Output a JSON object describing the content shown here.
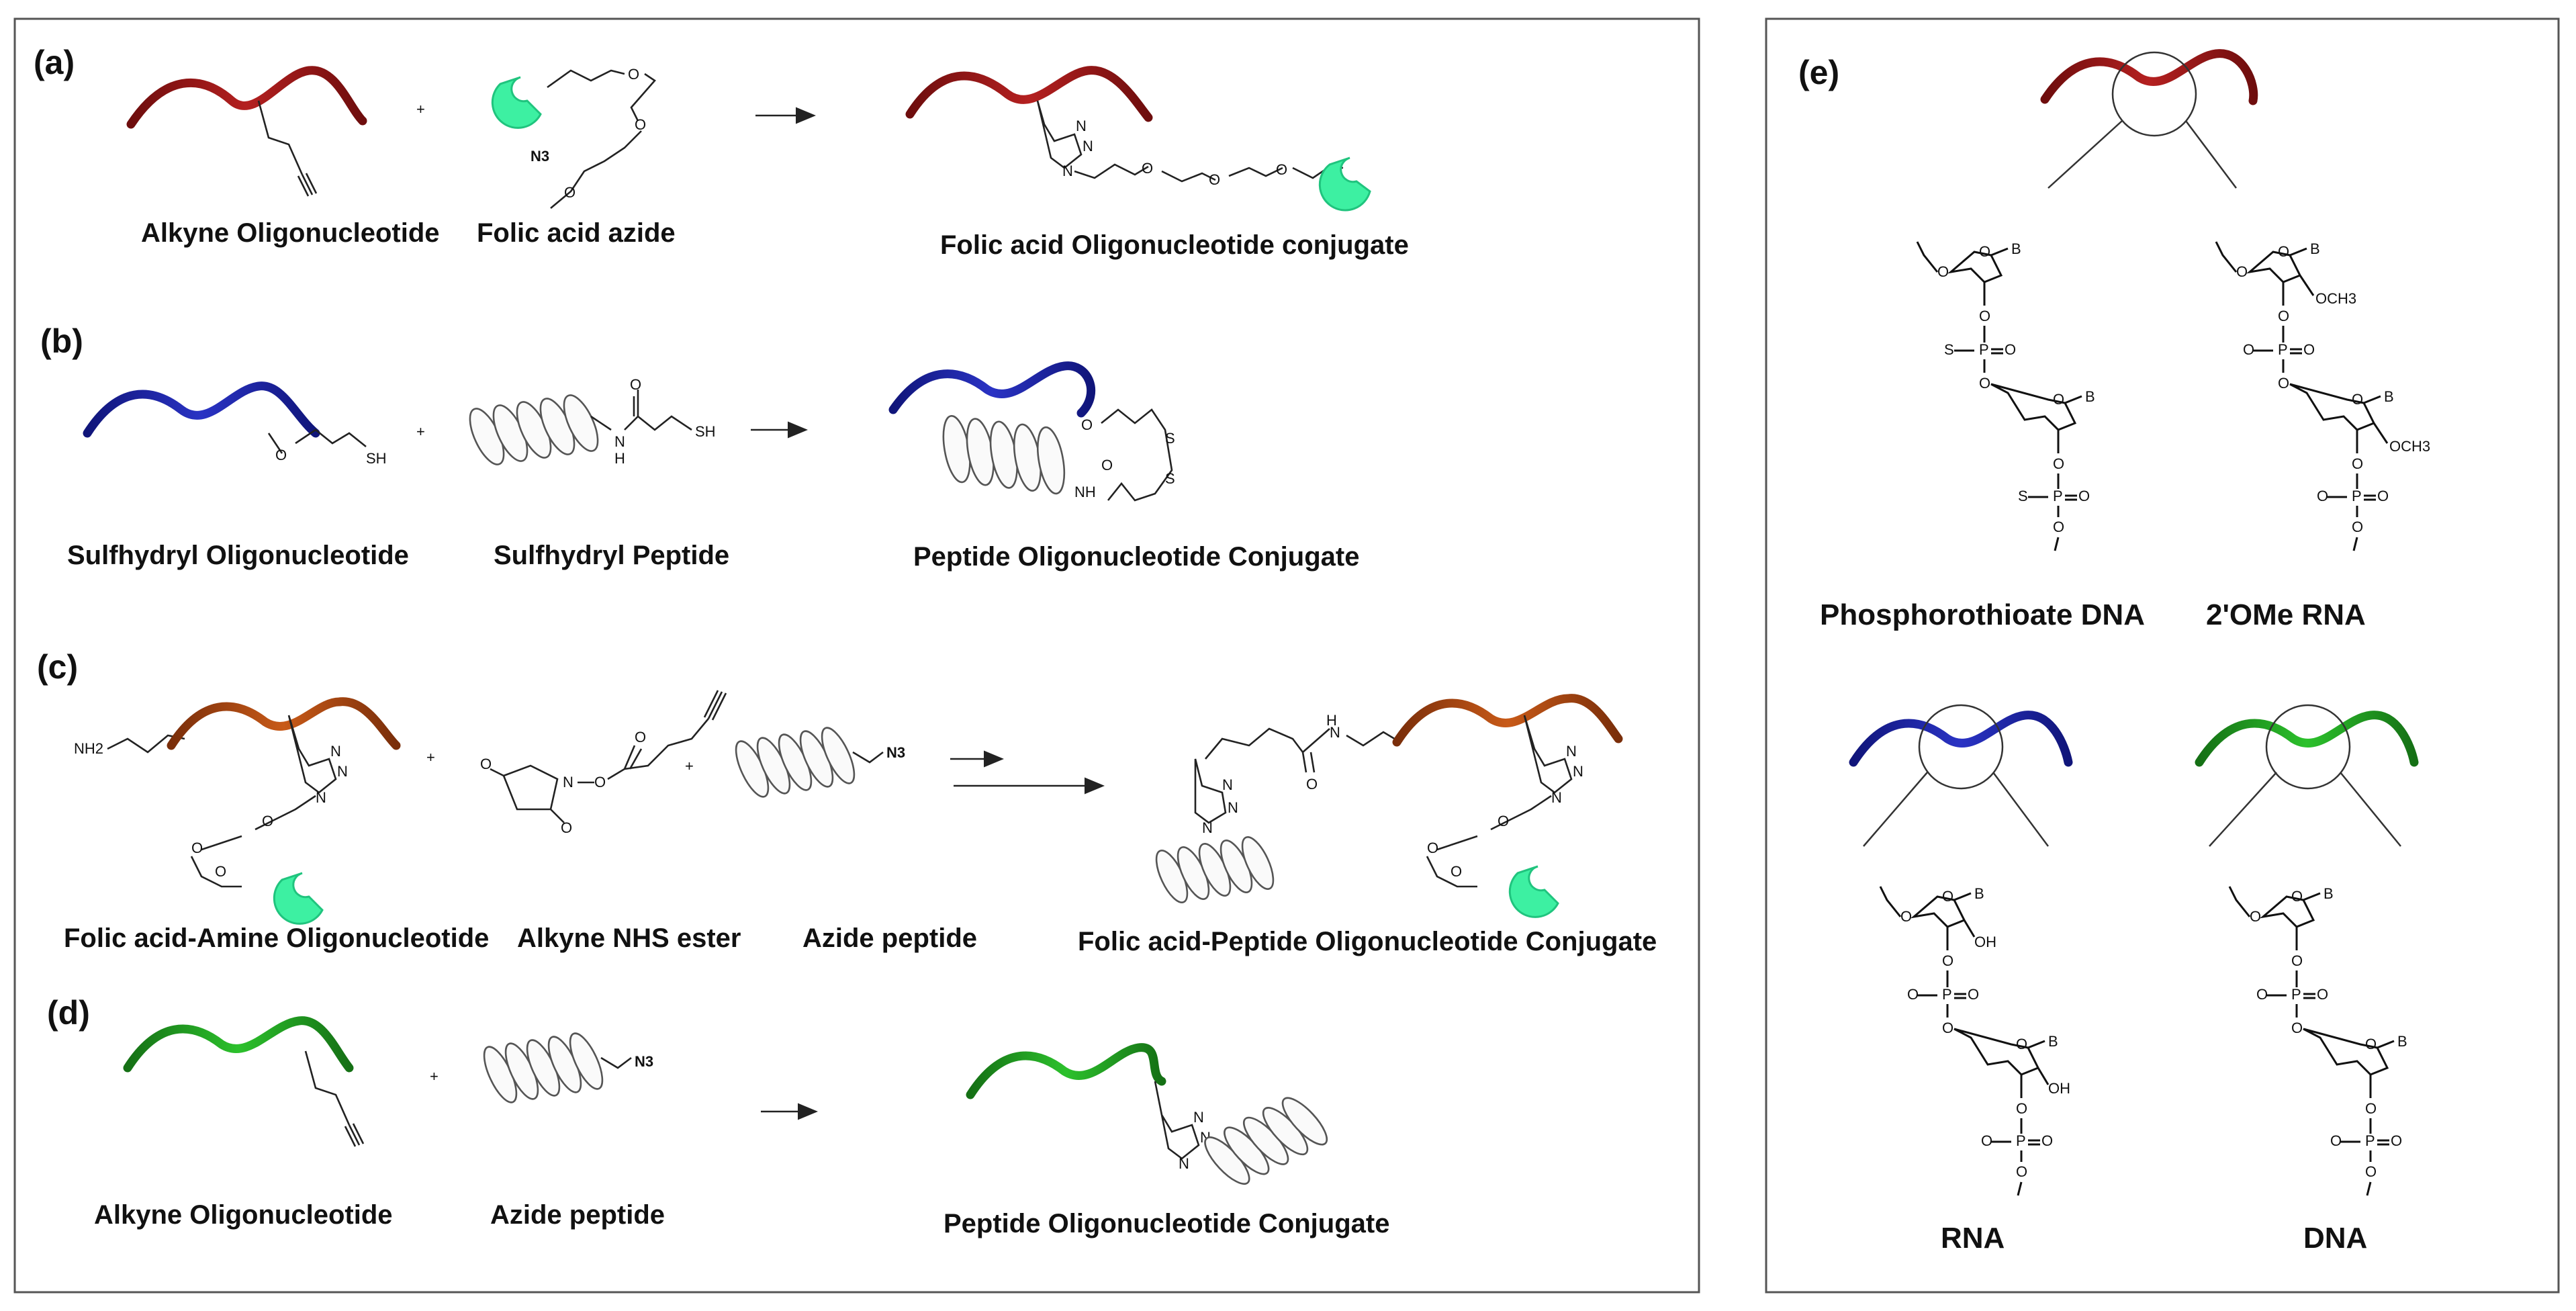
{
  "panels": {
    "a": {
      "label": "(a)",
      "reagent1": "Alkyne Oligonucleotide",
      "reagent2": "Folic acid azide",
      "product": "Folic acid Oligonucleotide conjugate",
      "azide_text": "N3"
    },
    "b": {
      "label": "(b)",
      "reagent1": "Sulfhydryl Oligonucleotide",
      "reagent2": "Sulfhydryl Peptide",
      "product": "Peptide Oligonucleotide Conjugate"
    },
    "c": {
      "label": "(c)",
      "reagent1": "Folic acid-Amine Oligonucleotide",
      "reagent2": "Alkyne NHS ester",
      "reagent3": "Azide peptide",
      "product": "Folic acid-Peptide Oligonucleotide Conjugate",
      "amine_text": "NH2",
      "azide_text": "N3"
    },
    "d": {
      "label": "(d)",
      "reagent1": "Alkyne Oligonucleotide",
      "reagent2": "Azide peptide",
      "product": "Peptide Oligonucleotide Conjugate",
      "azide_text": "N3"
    },
    "e": {
      "label": "(e)",
      "types": [
        "Phosphorothioate DNA",
        "2'OMe RNA",
        "RNA",
        "DNA"
      ]
    }
  },
  "symbols": {
    "plus": "+",
    "base": "B",
    "oxygen": "O",
    "phosphorus": "P",
    "sulfur": "S",
    "hydroxyl": "OH",
    "methoxy": "OCH3",
    "thiol": "SH",
    "amide_nh": "NH",
    "amide_n": "N",
    "amide_h": "H",
    "triazole_n": "N"
  },
  "colors": {
    "panel_a_strand": "#8b1414",
    "panel_b_strand": "#1a1f9c",
    "panel_c_strand": "#a8400f",
    "panel_d_strand": "#1f9a1f",
    "folate_ligand": "#3df0a2",
    "frame": "#555555"
  }
}
